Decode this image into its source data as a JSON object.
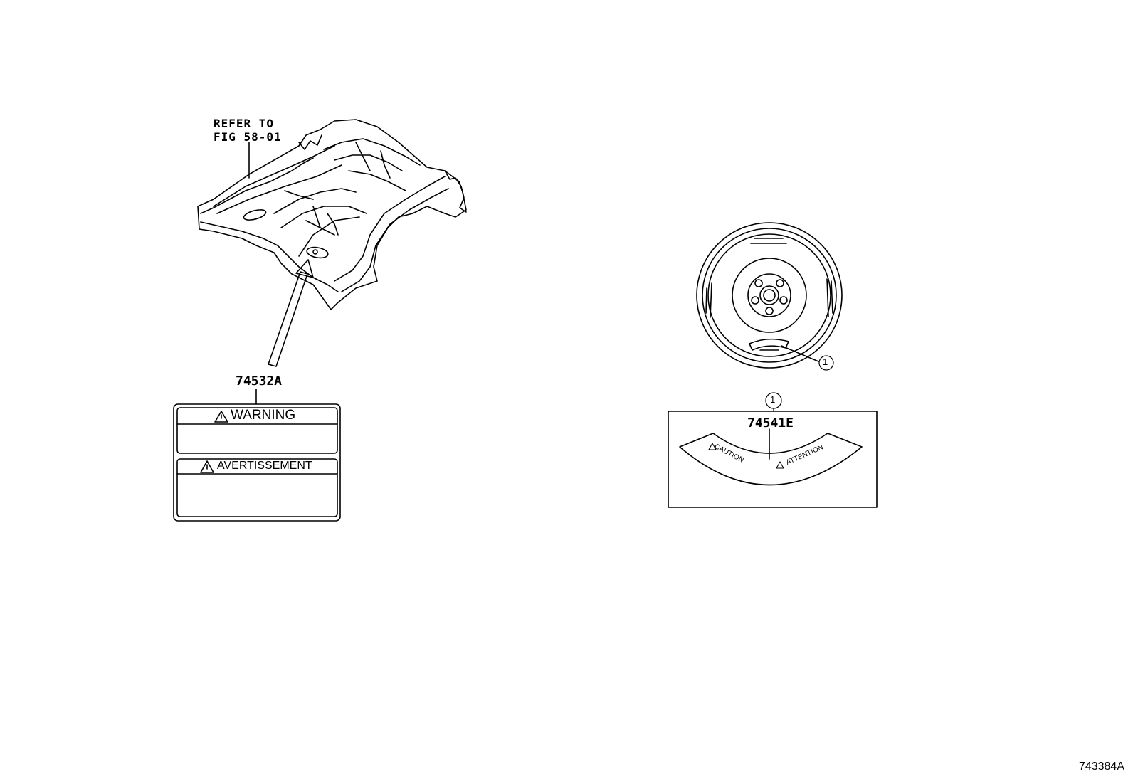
{
  "diagram": {
    "refer_line1": "REFER TO",
    "refer_line2": "FIG 58-01",
    "part_warning_label": "74532A",
    "warning_text": "WARNING",
    "avertissement_text": "AVERTISSEMENT",
    "part_tire_label": "74541E",
    "callout_number": "1",
    "caution_text": "CAUTION",
    "attention_text": "ATTENTION",
    "illustration_id": "743384A"
  }
}
